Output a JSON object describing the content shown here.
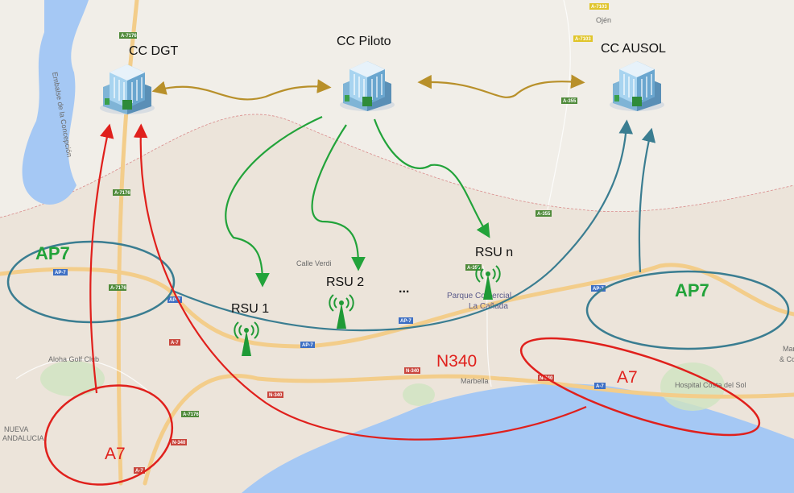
{
  "nodes": {
    "cc_dgt": "CC DGT",
    "cc_piloto": "CC Piloto",
    "cc_ausol": "CC AUSOL",
    "rsu1": "RSU 1",
    "rsu2": "RSU 2",
    "rsun": "RSU n",
    "ellipsis": "..."
  },
  "zones": {
    "ap7_left": "AP7",
    "ap7_right": "AP7",
    "a7_left": "A7",
    "a7_right": "A7",
    "n340": "N340"
  },
  "map": {
    "aloha": "Aloha Golf Club",
    "parque_1": "Parque Comercial",
    "parque_2": "La Cañada",
    "marbella": "Marbella",
    "hospital": "Hospital Costa del Sol",
    "nueva_1": "NUEVA",
    "nueva_2": "ANDALUCIA",
    "ojen": "Ojén",
    "embalse": "Embalse de la Concepción",
    "mar_1": "Mar",
    "mar_2": "& Cou",
    "calle": "Calle Verdi"
  },
  "badges": {
    "ap7": "AP-7",
    "a7": "A-7",
    "a7176": "A-7176",
    "n340": "N-340",
    "a355": "A-355",
    "a7103": "A-7103"
  },
  "colors": {
    "link_cc": "#b8902a",
    "link_rsu": "#22a33a",
    "link_ausol": "#3a7d91",
    "link_dgt": "#e0201c",
    "sea": "#a5c8f4",
    "land": "#ece4da"
  }
}
